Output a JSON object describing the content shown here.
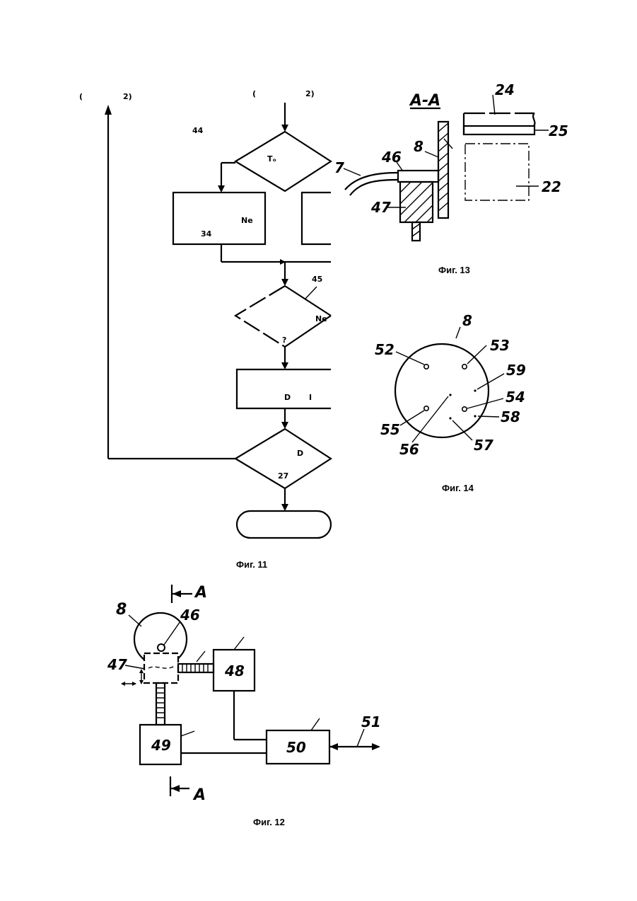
{
  "fig11": {
    "caption": "Фиг. 11",
    "marks": {
      "top_l1": "(",
      "top_l2": "2)",
      "top_r1": "(",
      "top_r2": "2)",
      "n44": "44",
      "t0": "Tₒ",
      "ne1": "Ne",
      "n34": "34",
      "n45": "45",
      "ne2": "Ne",
      "q": "?",
      "d1": "D",
      "one": "I",
      "d2": "D",
      "n27": "27"
    }
  },
  "fig12": {
    "caption": "Фиг. 12",
    "labels": {
      "a_top": "A",
      "a_bottom": "A",
      "n8": "8",
      "n46": "46",
      "n47": "47",
      "n48": "48",
      "n49": "49",
      "n50": "50",
      "n51": "51"
    }
  },
  "fig13": {
    "caption": "Фиг. 13",
    "labels": {
      "section": "A-A",
      "n24": "24",
      "n25": "25",
      "n22": "22",
      "n8": "8",
      "n46": "46",
      "n7": "7",
      "n47": "47"
    }
  },
  "fig14": {
    "caption": "Фиг. 14",
    "labels": {
      "n8": "8",
      "n52": "52",
      "n53": "53",
      "n59": "59",
      "n54": "54",
      "n58": "58",
      "n55": "55",
      "n56": "56",
      "n57": "57"
    }
  }
}
